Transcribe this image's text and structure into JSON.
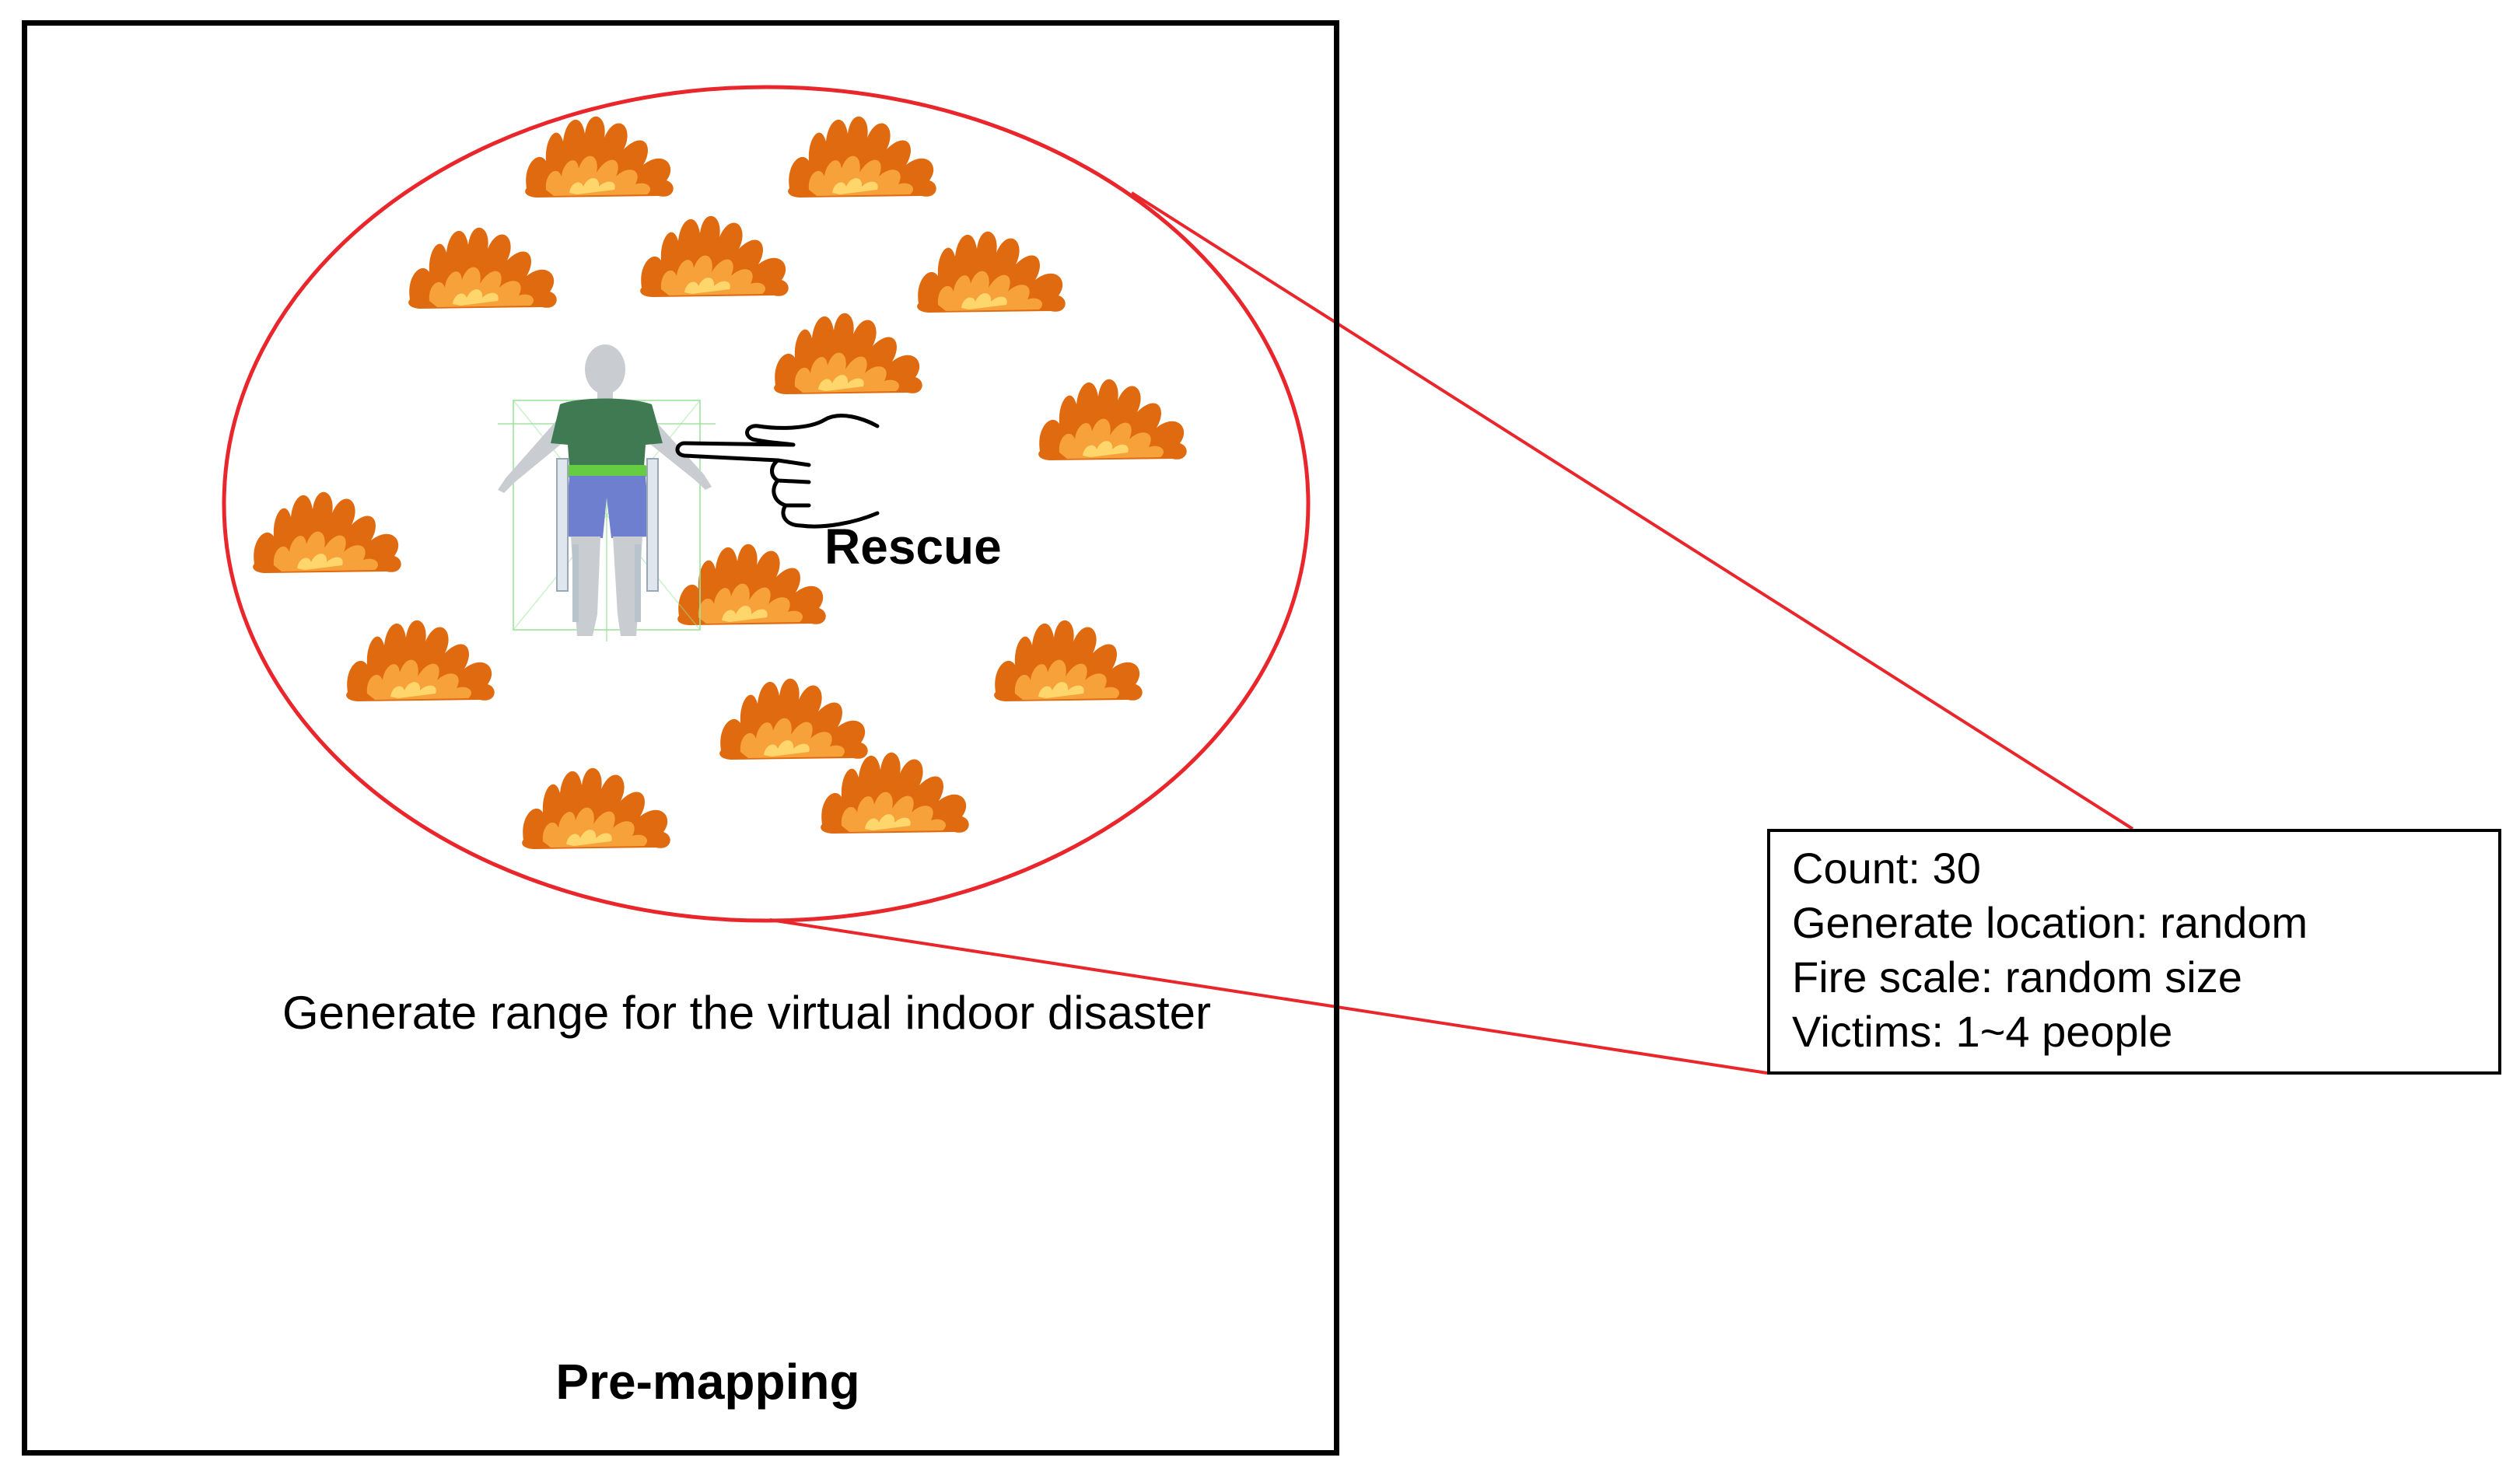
{
  "diagram": {
    "frame_label": "Pre-mapping",
    "range_caption": "Generate range for the virtual indoor disaster",
    "rescue_label": "Rescue",
    "info_box": {
      "lines": [
        "Count: 30",
        "Generate location: random",
        "Fire scale: random size",
        "Victims: 1~4 people"
      ]
    },
    "colors": {
      "ellipse": "#e8262b",
      "connector": "#e8262b",
      "fire_outer": "#e06a10",
      "fire_inner": "#f7a13a",
      "fire_core": "#ffd66b",
      "person_shirt": "#3f7a52",
      "person_shorts": "#6f7fd0",
      "person_skin": "#c9cdd2"
    },
    "icons": [
      "fire-icon",
      "person-figure",
      "pointing-hand-icon"
    ]
  }
}
